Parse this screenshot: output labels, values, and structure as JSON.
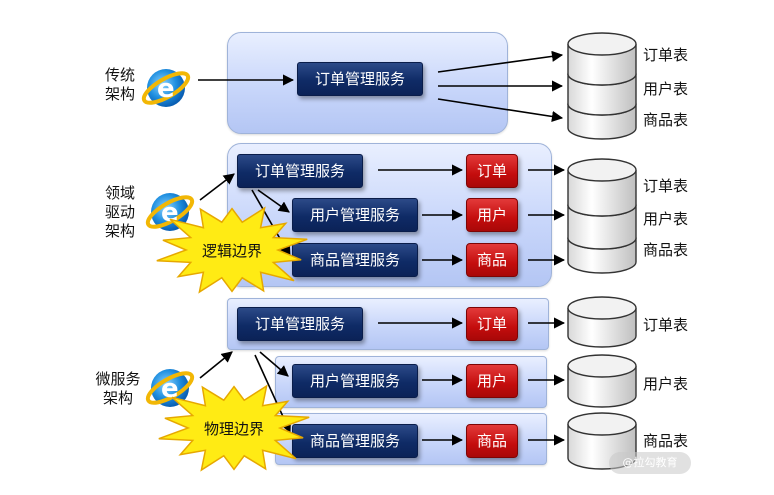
{
  "rows": {
    "traditional": {
      "label_lines": [
        "传统",
        "架构"
      ],
      "services": [
        "订单管理服务"
      ],
      "tables": [
        "订单表",
        "用户表",
        "商品表"
      ]
    },
    "ddd": {
      "label_lines": [
        "领域",
        "驱动",
        "架构"
      ],
      "services": [
        "订单管理服务",
        "用户管理服务",
        "商品管理服务"
      ],
      "data": [
        "订单",
        "用户",
        "商品"
      ],
      "tables": [
        "订单表",
        "用户表",
        "商品表"
      ],
      "burst_label": "逻辑边界"
    },
    "microservice": {
      "label_lines": [
        "微服务",
        "架构"
      ],
      "services": [
        "订单管理服务",
        "用户管理服务",
        "商品管理服务"
      ],
      "data": [
        "订单",
        "用户",
        "商品"
      ],
      "tables": [
        "订单表",
        "用户表",
        "商品表"
      ],
      "burst_label": "物理边界"
    }
  },
  "icon": "ie-browser-icon",
  "watermark": "@拉勾教育",
  "colors": {
    "service_box": "#0f2b66",
    "data_box": "#c40d0d",
    "panel": "#c8d6fa",
    "burst_fill": "#ffeb14",
    "burst_stroke": "#e6a800"
  }
}
